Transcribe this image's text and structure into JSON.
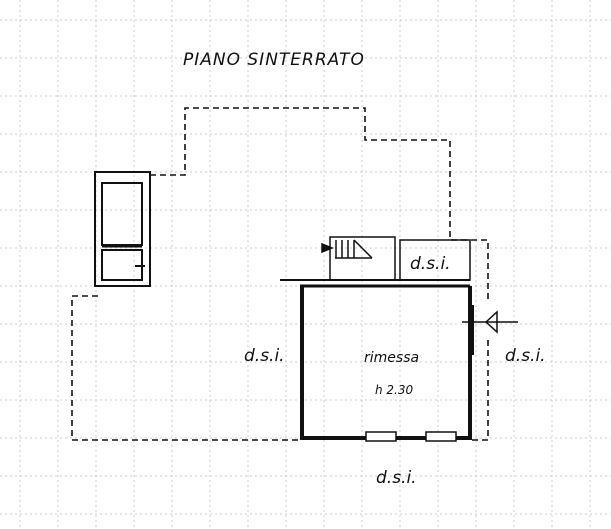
{
  "title": "PIANO SINTERRATO",
  "labels": {
    "dsi_top": "d.s.i.",
    "dsi_left": "d.s.i.",
    "dsi_right": "d.s.i.",
    "dsi_bottom": "d.s.i."
  },
  "room": {
    "name": "rimessa",
    "height": "h 2.30"
  },
  "colors": {
    "ink": "#111111",
    "grid": "#b8b8b8"
  }
}
